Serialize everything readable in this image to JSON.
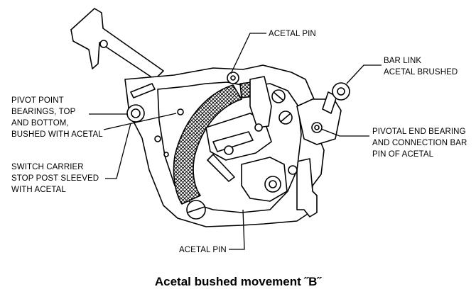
{
  "labels": {
    "acetal_pin_top": "ACETAL PIN",
    "bar_link": [
      "BAR LINK",
      "ACETAL BRUSHED"
    ],
    "pivot_point": [
      "PIVOT POINT",
      "BEARINGS, TOP",
      "AND BOTTOM,",
      "BUSHED WITH ACETAL"
    ],
    "pivotal_end_bearing": [
      "PIVOTAL END BEARING",
      "AND CONNECTION BAR",
      "PIN OF ACETAL"
    ],
    "switch_carrier": [
      "SWITCH CARRIER",
      "STOP POST SLEEVED",
      "WITH ACETAL"
    ],
    "acetal_pin_bottom": "ACETAL PIN"
  },
  "caption": "Acetal bushed movement ˝B˝"
}
